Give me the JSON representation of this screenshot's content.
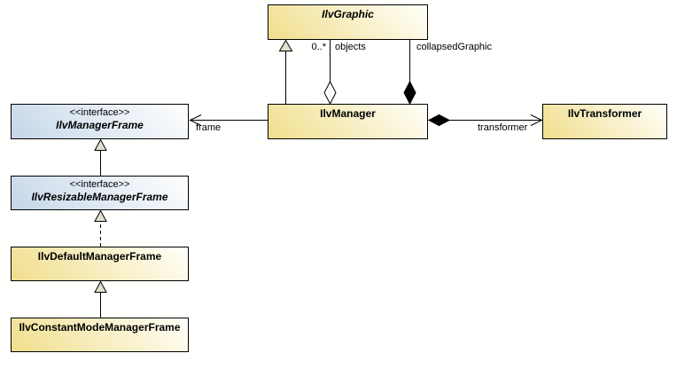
{
  "diagram": {
    "classes": {
      "graphic": {
        "name": "IlvGraphic"
      },
      "manager": {
        "name": "IlvManager"
      },
      "transformer_class": {
        "name": "IlvTransformer"
      },
      "manager_frame": {
        "stereotype": "<<interface>>",
        "name": "IlvManagerFrame"
      },
      "resizable_manager_frame": {
        "stereotype": "<<interface>>",
        "name": "IlvResizableManagerFrame"
      },
      "default_manager_frame": {
        "name": "IlvDefaultManagerFrame"
      },
      "constant_mode_manager_frame": {
        "name": "IlvConstantModeManagerFrame"
      }
    },
    "edge_labels": {
      "objects_multiplicity": "0..*",
      "objects_role": "objects",
      "collapsed_graphic_role": "collapsedGraphic",
      "frame_role": "frame",
      "transformer_role": "transformer"
    },
    "colors": {
      "class_fill_start": "#F0DE8C",
      "class_fill_end": "#FFFFFA",
      "interface_fill_start": "#C5D6E8",
      "interface_fill_end": "#FFFFFF",
      "border": "#000000",
      "triangle_fill": "#E3DFCE",
      "background": "#FFFFFD"
    }
  }
}
